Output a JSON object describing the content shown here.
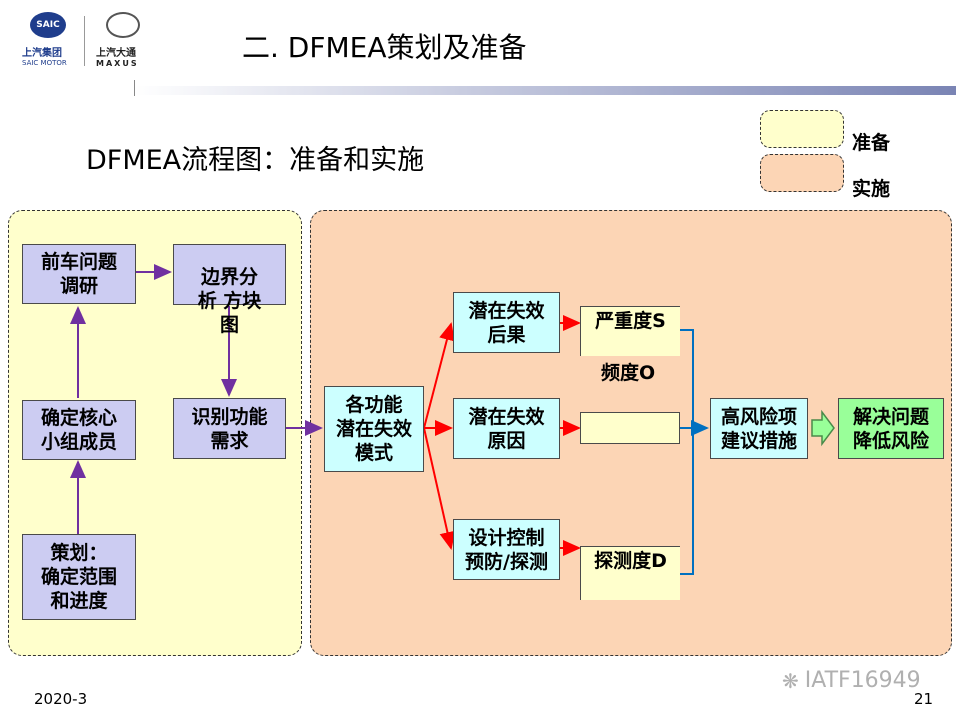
{
  "header": {
    "title": "二. DFMEA策划及准备",
    "logo_saic_text": "上汽集团",
    "logo_saic_sub": "SAIC MOTOR",
    "logo_saic_badge": "SAIC",
    "logo_maxus_text": "上汽大通",
    "logo_maxus_sub": "MAXUS"
  },
  "subtitle": "DFMEA流程图：准备和实施",
  "legend": {
    "prepare": "准备",
    "implement": "实施"
  },
  "nodes": {
    "survey": "前车问题\n调研",
    "boundary": "边界分\n析 方块\n图",
    "team": "确定核心\n小组成员",
    "function": "识别功能\n需求",
    "plan": "策划：\n确定范围\n和进度",
    "failure_mode": "各功能\n潜在失效\n模式",
    "effect": "潜在失效\n后果",
    "cause": "潜在失效\n原因",
    "control": "设计控制\n预防/探测",
    "severity": "严重度S",
    "occurrence": "频度O",
    "detection": "探测度D",
    "high_risk": "高风险项\n建议措施",
    "solve": "解决问题\n降低风险"
  },
  "footer": {
    "date": "2020-3",
    "page": "21",
    "watermark": "IATF16949"
  },
  "colors": {
    "prepare_zone": "#ffffcc",
    "implement_zone": "#fcd5b5",
    "purple_node": "#ccccf2",
    "cyan_node": "#ccffff",
    "green_node": "#99ff99",
    "purple_arrow": "#7030a0",
    "red_arrow": "#ff0000",
    "blue_arrow": "#0070c0"
  }
}
